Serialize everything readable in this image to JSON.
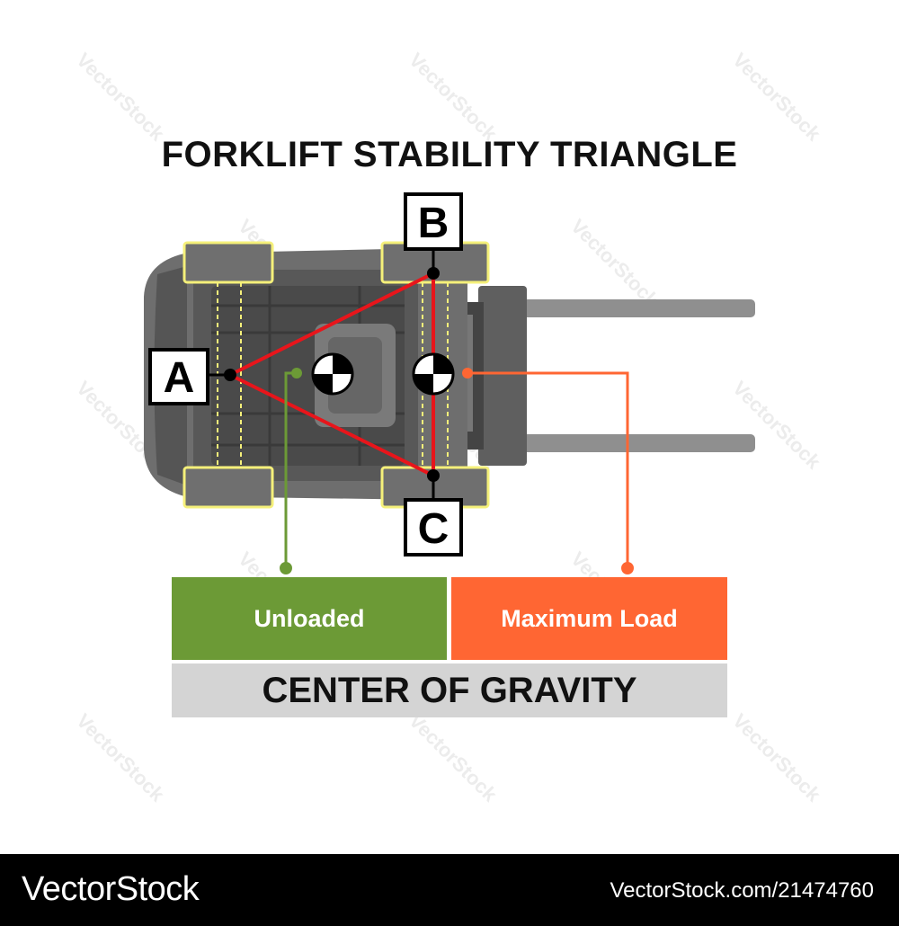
{
  "title": "FORKLIFT STABILITY TRIANGLE",
  "points": {
    "a": "A",
    "b": "B",
    "c": "C"
  },
  "legend": {
    "unloaded": "Unloaded",
    "maximum_load": "Maximum Load",
    "center_of_gravity": "CENTER OF GRAVITY"
  },
  "colors": {
    "triangle": "#e8151b",
    "unloaded": "#6c9a36",
    "maximum_load": "#ff6633",
    "wheel_outline": "#f5f07a",
    "center_band": "#d4d4d4"
  },
  "footer": {
    "brand": "VectorStock",
    "image_id": "VectorStock.com/21474760"
  },
  "watermark": "VectorStock"
}
